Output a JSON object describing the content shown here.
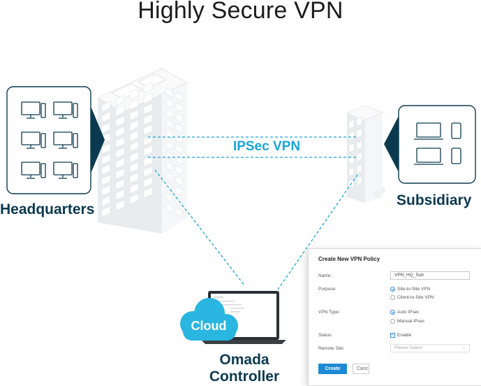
{
  "title": "Highly Secure VPN",
  "labels": {
    "headquarters": "Headquarters",
    "subsidiary": "Subsidiary",
    "ipsec": "IPSec VPN",
    "cloud": "Cloud",
    "controller_line1": "Omada",
    "controller_line2": "Controller"
  },
  "icons": {
    "hq_devices": "desktop-monitor-icon",
    "sub_devices": [
      "laptop-icon",
      "phone-icon"
    ],
    "cloud": "cloud-icon",
    "controller": "laptop-icon"
  },
  "panel": {
    "title": "Create New VPN Policy",
    "name_label": "Name:",
    "name_value": "VPN_HQ_Sub",
    "purpose_label": "Purpose:",
    "purpose_options": [
      "Site-to-Site VPN",
      "Client-to-Site VPN"
    ],
    "purpose_selected": "Site-to-Site VPN",
    "vpn_type_label": "VPN Type:",
    "vpn_type_options": [
      "Auto IPsec",
      "Manual IPsec"
    ],
    "vpn_type_selected": "Auto IPsec",
    "status_label": "Status:",
    "status_option": "Enable",
    "status_checked": true,
    "remote_site_label": "Remote Site:",
    "remote_site_placeholder": "Please Select",
    "create_label": "Create",
    "cancel_label": "Canc"
  },
  "colors": {
    "dark_teal": "#0b3a50",
    "accent_blue": "#1aa4da",
    "cloud_cyan": "#29b6e0",
    "button_blue": "#1f8ad4"
  }
}
